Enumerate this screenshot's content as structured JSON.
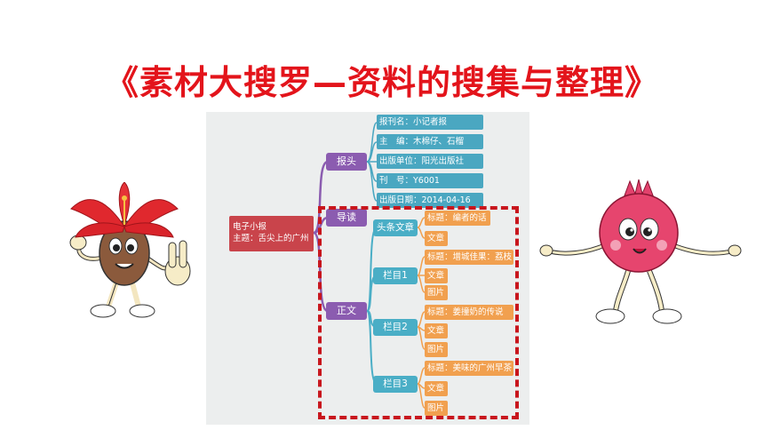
{
  "title": "《素材大搜罗—资料的搜集与整理》",
  "mindmap": {
    "root": [
      "电子小报",
      "主题：舌尖上的广州"
    ],
    "l1": [
      "报头",
      "导读",
      "正文"
    ],
    "header_items": [
      "报刊名：小记者报",
      "主　编：木棉仔、石榴",
      "出版单位：阳光出版社",
      "刊　号：Y6001",
      "出版日期：2014-04-16"
    ],
    "sections": [
      {
        "name": "头条文章",
        "items": [
          "标题：编者的话",
          "文章"
        ]
      },
      {
        "name": "栏目1",
        "items": [
          "标题：增城佳果：荔枝",
          "文章",
          "图片"
        ]
      },
      {
        "name": "栏目2",
        "items": [
          "标题：姜撞奶的传说",
          "文章",
          "图片"
        ]
      },
      {
        "name": "栏目3",
        "items": [
          "标题：美味的广州早茶",
          "文章",
          "图片"
        ]
      }
    ]
  },
  "colors": {
    "title": "#e3141b",
    "root": "#c9444b",
    "level1": "#8b5cb0",
    "teal": "#4aaec6",
    "orange": "#f1a04f",
    "dashed_box": "#c8161d"
  },
  "mascots": [
    "木棉花 mascot",
    "石榴 mascot"
  ]
}
